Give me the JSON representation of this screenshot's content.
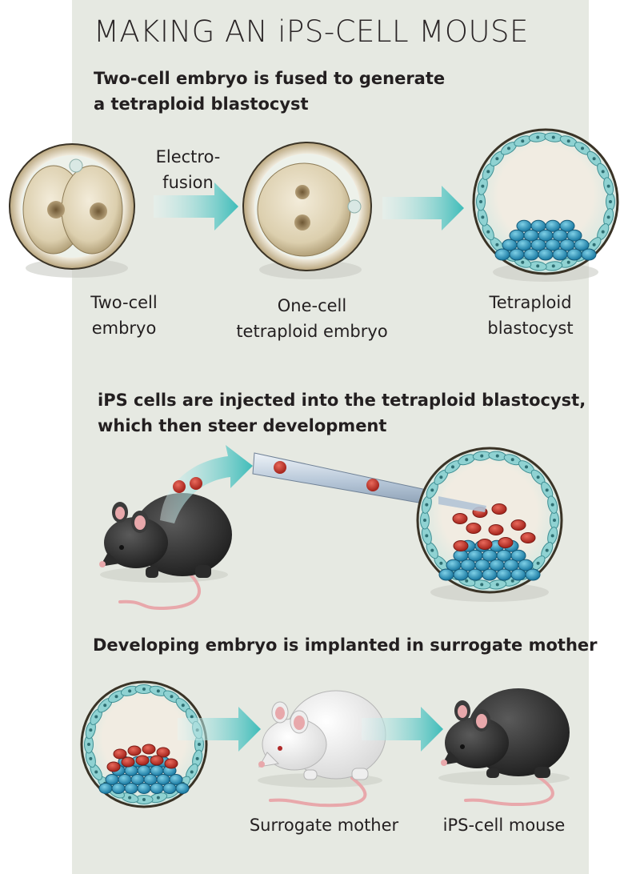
{
  "title": "MAKING AN iPS-CELL MOUSE",
  "section1": {
    "heading_line1": "Two-cell embryo is fused to generate",
    "heading_line2": "a tetraploid blastocyst",
    "arrow_label_line1": "Electro-",
    "arrow_label_line2": "fusion",
    "label_two_cell_line1": "Two-cell",
    "label_two_cell_line2": "embryo",
    "label_one_cell_line1": "One-cell",
    "label_one_cell_line2": "tetraploid embryo",
    "label_blastocyst_line1": "Tetraploid",
    "label_blastocyst_line2": "blastocyst"
  },
  "section2": {
    "heading_line1": "iPS cells are injected into the tetraploid blastocyst,",
    "heading_line2": "which then steer development"
  },
  "section3": {
    "heading": "Developing embryo is implanted in surrogate mother",
    "label_surrogate": "Surrogate mother",
    "label_ips_mouse": "iPS-cell mouse"
  },
  "colors": {
    "panel": "#e6e9e2",
    "zona": "#b9a57c",
    "cytoplasm": "#dccfae",
    "arrow": "#4fc2c0",
    "trophoblast": "#6cc3c8",
    "inner_cell_mass": "#2e8fb4",
    "ips_cell": "#c8392f",
    "black_mouse": "#2b2b2b",
    "white_mouse": "#f4f4f4",
    "mouse_ear_tail": "#e8a8ab"
  }
}
